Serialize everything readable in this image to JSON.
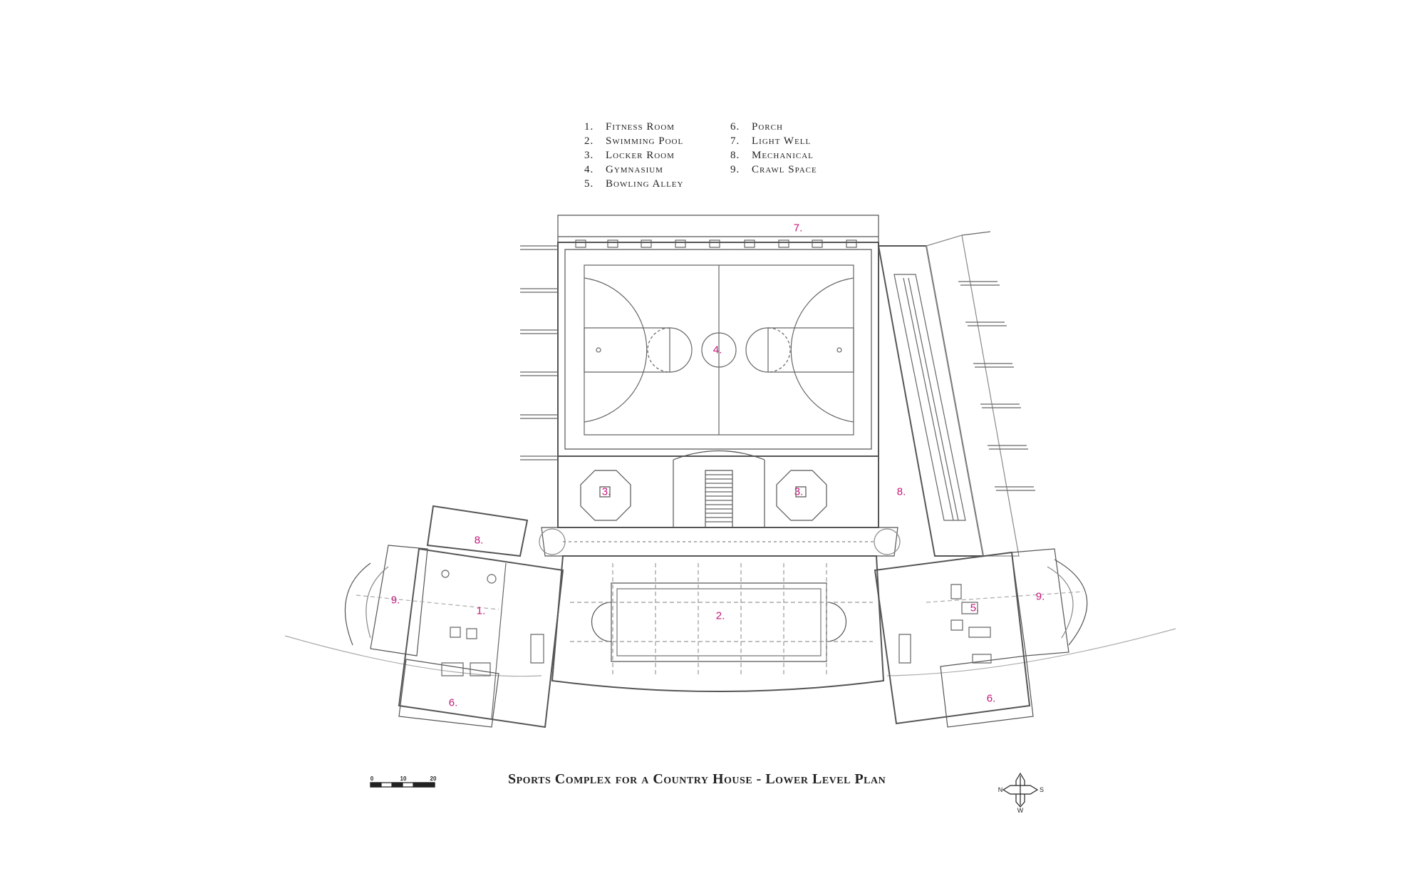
{
  "legend": [
    {
      "num": "1.",
      "label": "Fitness Room"
    },
    {
      "num": "2.",
      "label": "Swimming Pool"
    },
    {
      "num": "3.",
      "label": "Locker Room"
    },
    {
      "num": "4.",
      "label": "Gymnasium"
    },
    {
      "num": "5.",
      "label": "Bowling Alley"
    },
    {
      "num": "6.",
      "label": "Porch"
    },
    {
      "num": "7.",
      "label": "Light Well"
    },
    {
      "num": "8.",
      "label": "Mechanical"
    },
    {
      "num": "9.",
      "label": "Crawl Space"
    }
  ],
  "rooms": {
    "r7": "7.",
    "r4": "4.",
    "r3a": "3.",
    "r3b": "3.",
    "r8a": "8.",
    "r8b": "8.",
    "r9a": "9.",
    "r1": "1.",
    "r2": "2.",
    "r5": "5.",
    "r9b": "9.",
    "r6a": "6.",
    "r6b": "6."
  },
  "title": "Sports Complex for a Country House  - Lower Level Plan",
  "scale_bar": {
    "s0": "0",
    "s10": "10",
    "s20": "20"
  },
  "compass": {
    "n": "N",
    "s": "S",
    "w": "W"
  },
  "colors": {
    "room_label": "#c2187a",
    "line": "#555555"
  }
}
